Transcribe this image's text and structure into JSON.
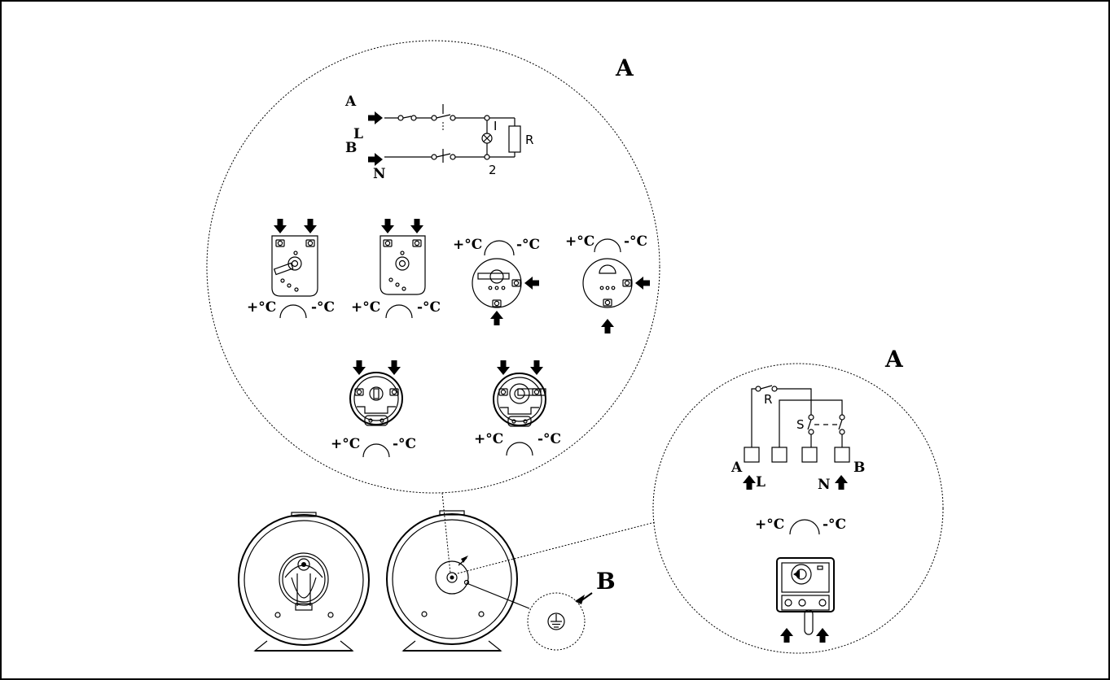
{
  "callouts": {
    "detail_a_top": "A",
    "detail_a_right": "A",
    "detail_b": "B"
  },
  "wiring_top": {
    "input_a": "A",
    "input_b": "B",
    "line": "L",
    "neutral": "N",
    "lamp": "I",
    "resistor": "R",
    "terminal_2": "2"
  },
  "wiring_right": {
    "resistor": "R",
    "switch": "S",
    "term_a": "A",
    "term_b": "B",
    "line": "L",
    "neutral": "N"
  },
  "temperature": {
    "plus": "+°C",
    "minus": "-°C"
  },
  "colors": {
    "ink": "#000000",
    "paper": "#ffffff"
  }
}
